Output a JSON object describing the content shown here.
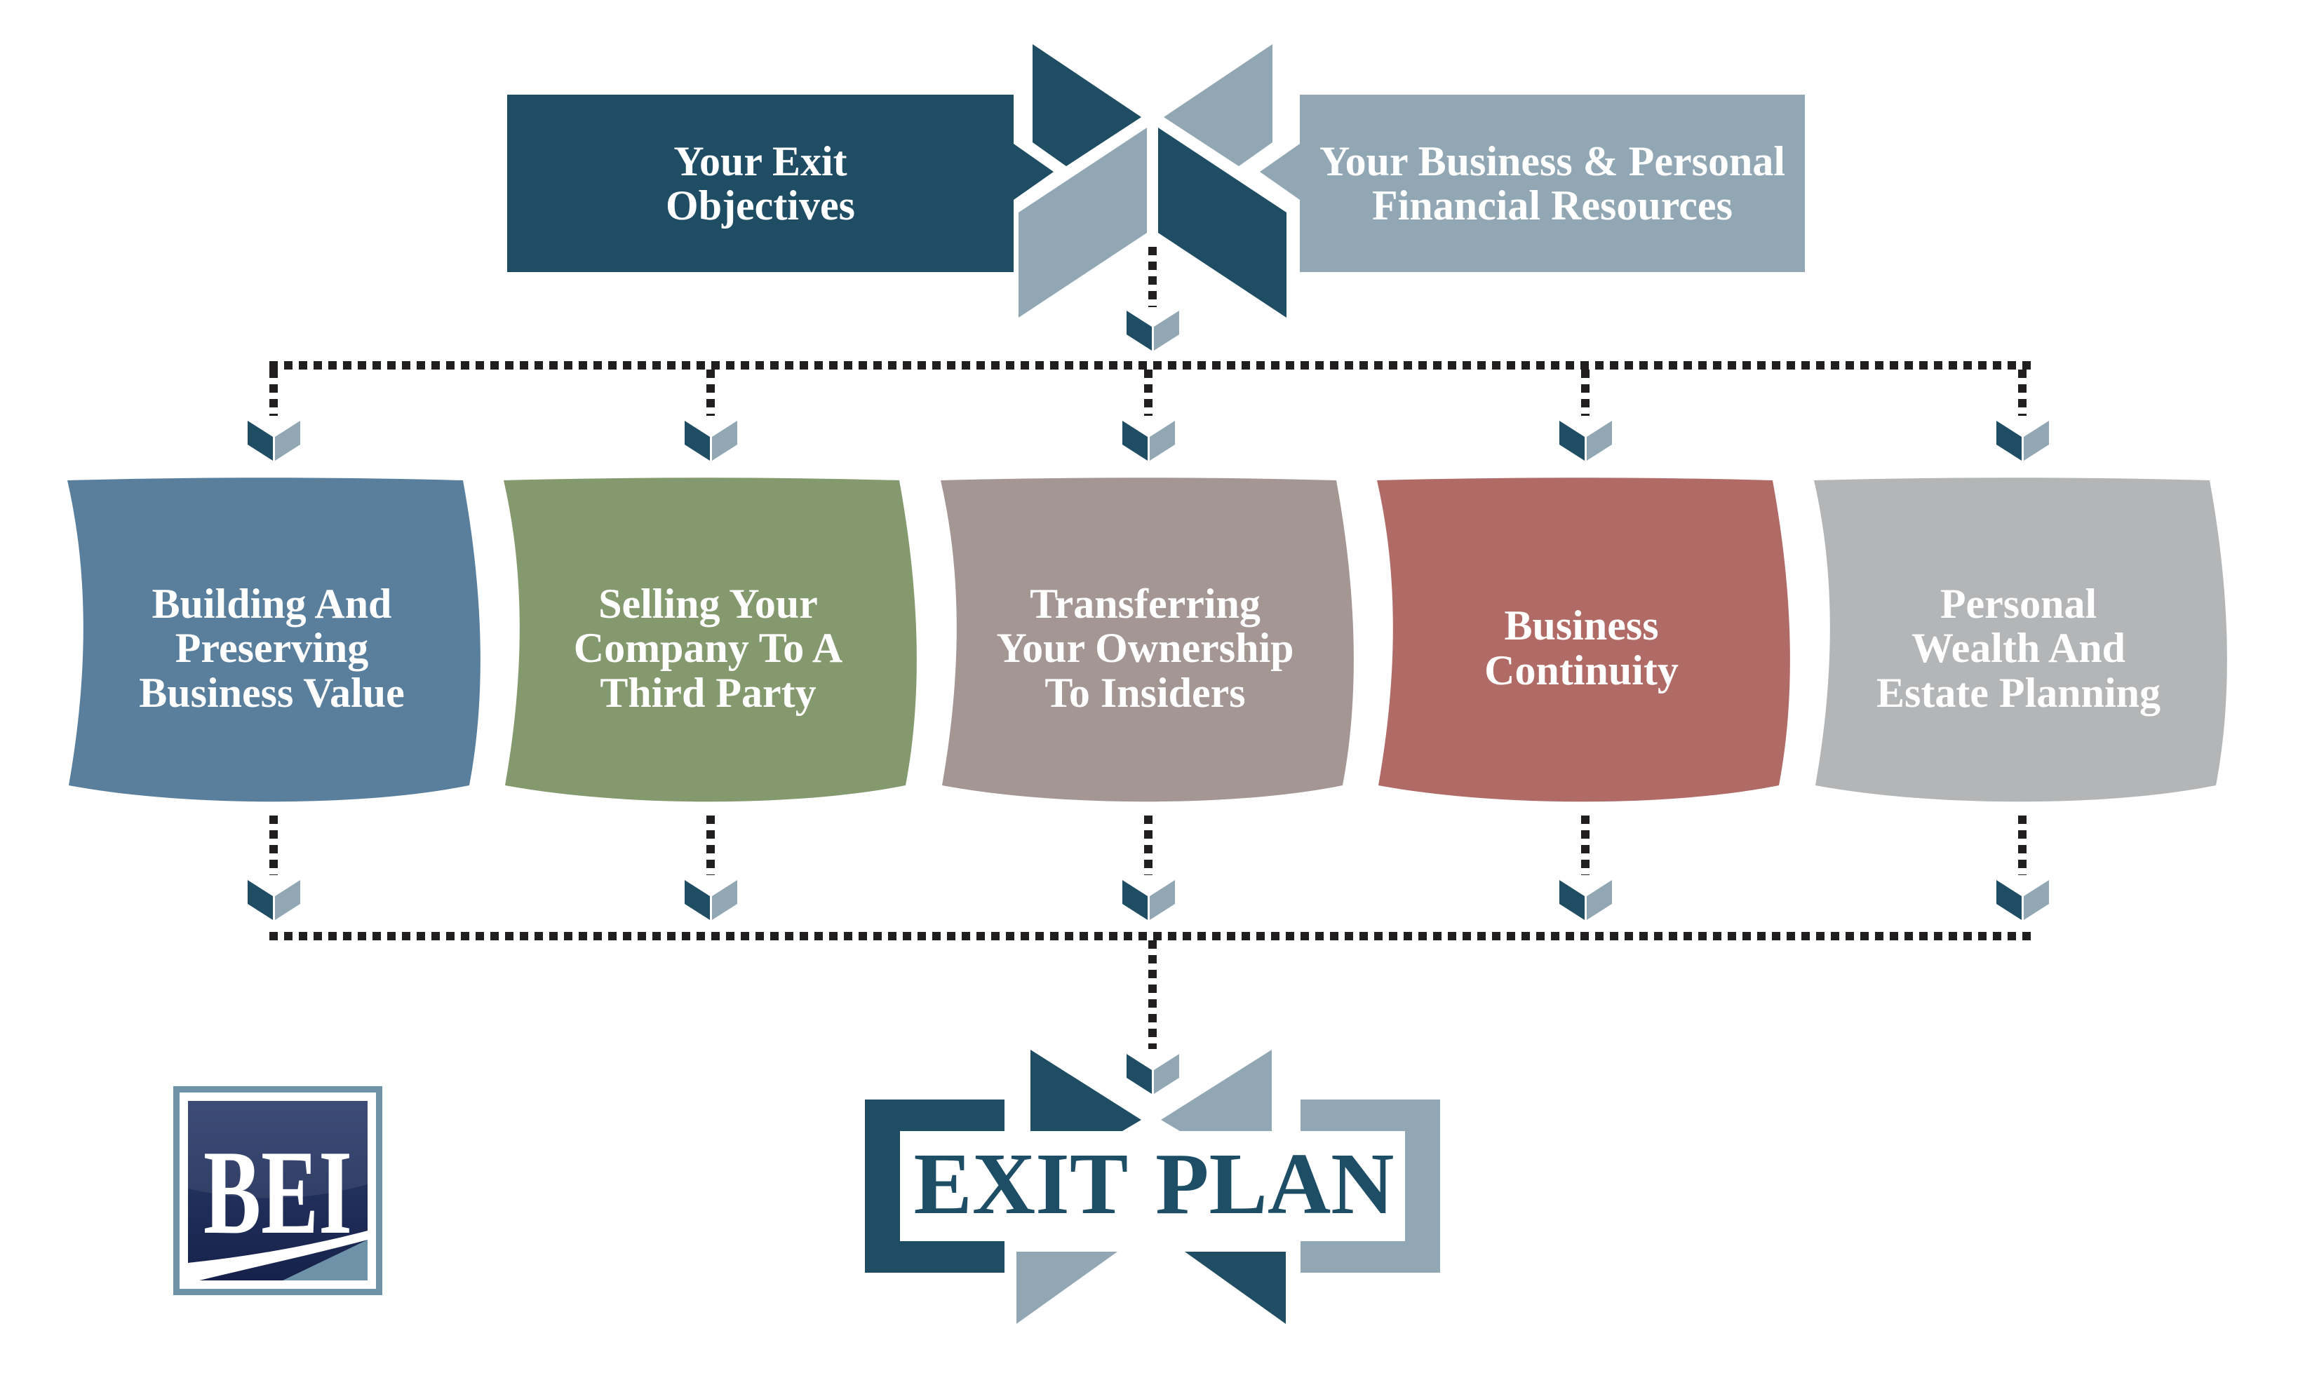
{
  "diagram": {
    "inputs": {
      "objectives": {
        "label": "Your Exit\nObjectives"
      },
      "resources": {
        "label": "Your Business & Personal\nFinancial Resources"
      }
    },
    "strategies": [
      {
        "label": "Building And\nPreserving\nBusiness Value",
        "color": "#5a7f9d"
      },
      {
        "label": "Selling Your\nCompany To A\nThird Party",
        "color": "#85996e"
      },
      {
        "label": "Transferring\nYour Ownership\nTo Insiders",
        "color": "#a39693"
      },
      {
        "label": "Business\nContinuity",
        "color": "#b16b66"
      },
      {
        "label": "Personal\nWealth And\nEstate Planning",
        "color": "#b4b5b6"
      }
    ],
    "result": {
      "label": "EXIT PLAN"
    },
    "logo": {
      "text": "BEI"
    },
    "colors": {
      "dark_teal": "#1e4d64",
      "slate_blue": "#92a7b4",
      "connector_dots": "#201e1e",
      "exit_text": "#1d4e66",
      "logo_frame": "#6e93a9",
      "logo_navy_top": "#2d3d6c",
      "logo_navy_bottom": "#16224b",
      "text_white": "#ffffff"
    }
  }
}
